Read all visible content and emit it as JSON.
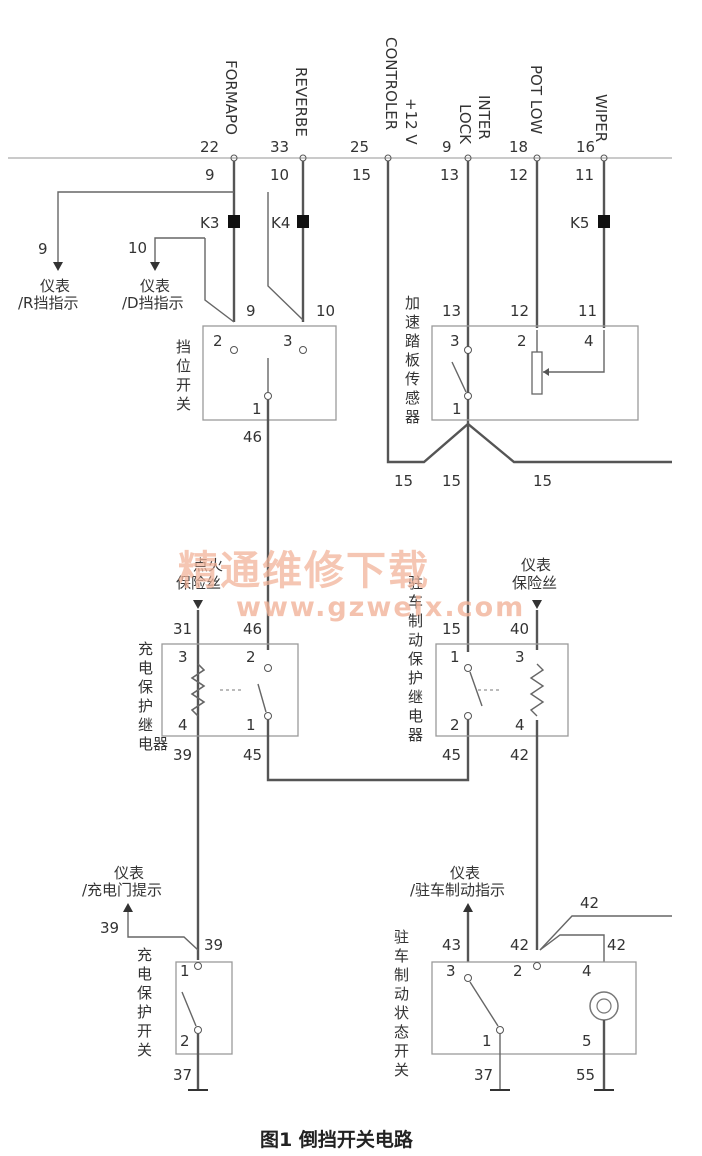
{
  "top_labels": {
    "formapo": "FORMAPO",
    "reverbe": "REVERBE",
    "controler": "CONTROLER",
    "v12": "+12 V",
    "inter": "INTER",
    "lock": "LOCK",
    "pot_low": "POT LOW",
    "wiper": "WIPER"
  },
  "pins": {
    "p22": "22",
    "p33": "33",
    "p25": "25",
    "p9": "9",
    "p18": "18",
    "p16": "16",
    "p1": "1",
    "p2": "2",
    "p3": "3",
    "p4": "4",
    "p5": "5"
  },
  "wires": {
    "w9": "9",
    "w10": "10",
    "w11": "11",
    "w12": "12",
    "w13": "13",
    "w15": "15",
    "w31": "31",
    "w37": "37",
    "w39": "39",
    "w40": "40",
    "w42": "42",
    "w43": "43",
    "w45": "45",
    "w46": "46",
    "w55": "55"
  },
  "connectors": {
    "k3": "K3",
    "k4": "K4",
    "k5": "K5"
  },
  "gauge": {
    "title": "仪表",
    "r_indicator": "/R挡指示",
    "d_indicator": "/D挡指示",
    "charge_door": "/充电门提示",
    "park_brake": "/驻车制动指示"
  },
  "fuses": {
    "left": [
      "点火",
      "保险丝"
    ],
    "right": [
      "仪表",
      "保险丝"
    ]
  },
  "components": {
    "gear_switch": [
      "挡",
      "位",
      "开",
      "关"
    ],
    "pedal_sensor": [
      "加",
      "速",
      "踏",
      "板",
      "传",
      "感",
      "器",
      ""
    ],
    "charge_relay": [
      "充",
      "电",
      "保",
      "护",
      "继",
      "电器"
    ],
    "park_relay": [
      "驻",
      "车",
      "制",
      "动",
      "保",
      "护",
      "继",
      "电",
      "器"
    ],
    "charge_switch": [
      "充",
      "电",
      "保",
      "护",
      "开",
      "关",
      ""
    ],
    "park_switch": [
      "驻",
      "车",
      "制",
      "动",
      "状",
      "态",
      "开",
      "关",
      ""
    ]
  },
  "watermark": {
    "title": "精通维修下载",
    "url": "www.gzweix.com"
  },
  "caption": "图1 倒挡开关电路"
}
